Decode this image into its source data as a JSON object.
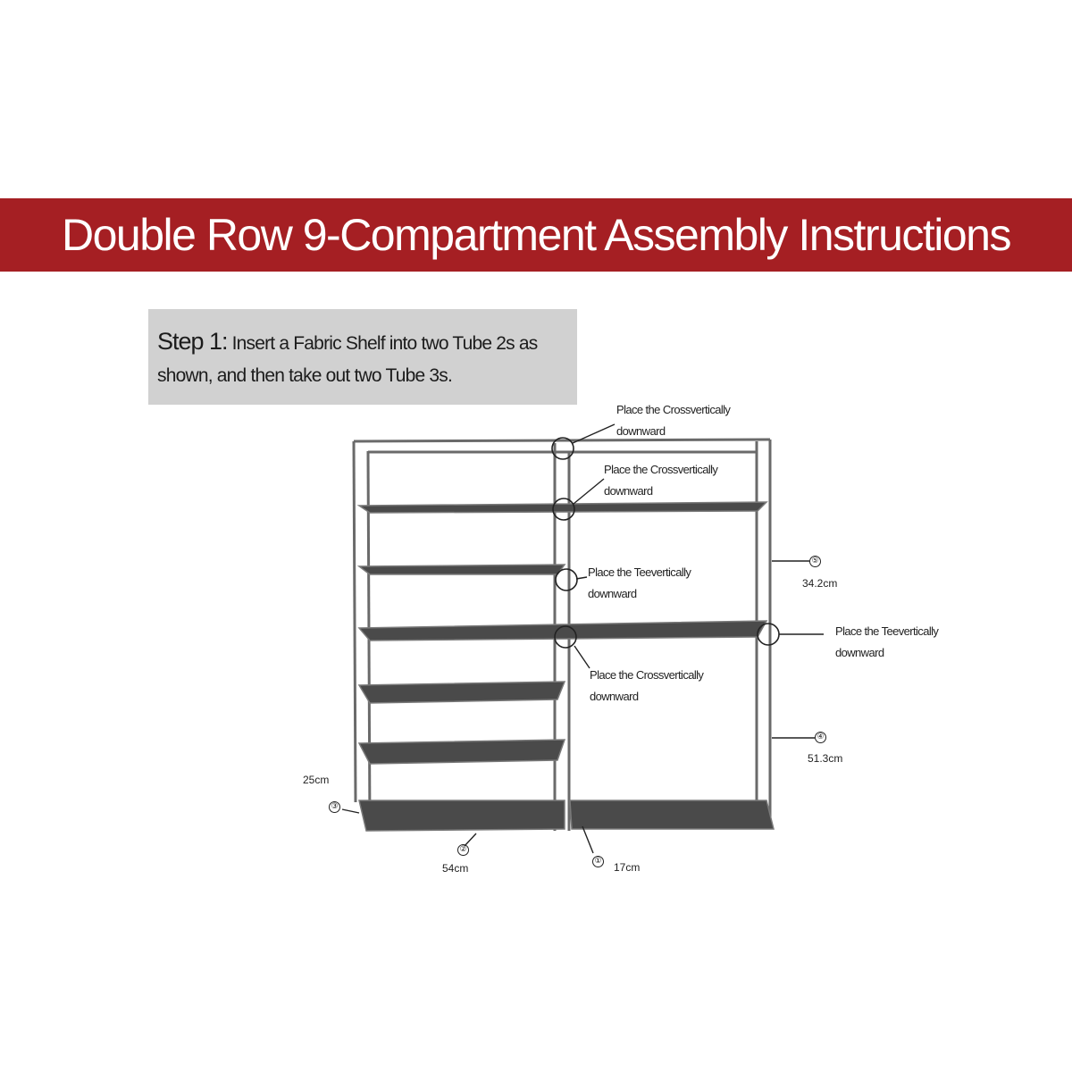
{
  "banner": {
    "title": "Double Row 9-Compartment Assembly Instructions"
  },
  "step": {
    "label": "Step 1:",
    "text": "Insert a Fabric Shelf into two Tube 2s as shown, and then take out two Tube 3s."
  },
  "callouts": [
    {
      "line1": "Place the Crossvertically",
      "line2": "downward"
    },
    {
      "line1": "Place the Crossvertically",
      "line2": "downward"
    },
    {
      "line1": "Place the Teevertically",
      "line2": "downward"
    },
    {
      "line1": "Place the Crossvertically",
      "line2": "downward"
    },
    {
      "line1": "Place the Teevertically",
      "line2": "downward"
    }
  ],
  "parts": [
    {
      "number": "①",
      "dimension": "17cm"
    },
    {
      "number": "②",
      "dimension": "54cm"
    },
    {
      "number": "③",
      "dimension": "25cm"
    },
    {
      "number": "④",
      "dimension": "51.3cm"
    },
    {
      "number": "⑤",
      "dimension": "34.2cm"
    }
  ],
  "colors": {
    "banner": "#a51f23",
    "step_box": "#d1d1d1",
    "shelf": "#4a4a4a"
  }
}
